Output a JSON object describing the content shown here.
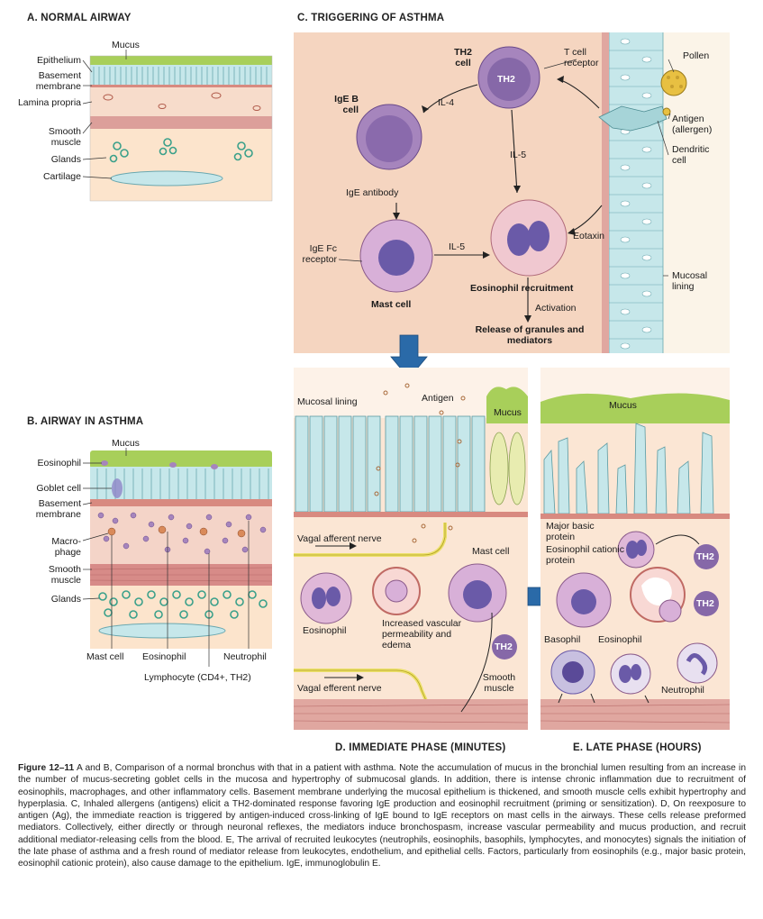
{
  "panels": {
    "A": {
      "title": "A. NORMAL AIRWAY",
      "labels": [
        "Mucus",
        "Epithelium",
        "Basement membrane",
        "Lamina propria",
        "Smooth muscle",
        "Glands",
        "Cartilage"
      ]
    },
    "B": {
      "title": "B. AIRWAY IN ASTHMA",
      "labels": [
        "Mucus",
        "Eosinophil",
        "Goblet cell",
        "Basement membrane",
        "Macro-phage",
        "Smooth muscle",
        "Glands",
        "Mast cell",
        "Eosinophil",
        "Neutrophil",
        "Lymphocyte (CD4+, TH2)"
      ]
    },
    "C": {
      "title": "C. TRIGGERING OF ASTHMA",
      "labels": {
        "th2_cell": "TH2 cell",
        "th2_inner": "TH2",
        "t_cell_receptor": "T cell receptor",
        "pollen": "Pollen",
        "antigen": "Antigen (allergen)",
        "dendritic": "Dendritic cell",
        "il4": "IL-4",
        "il5_top": "IL-5",
        "ige_b_cell": "IgE B cell",
        "ige_antibody": "IgE antibody",
        "ige_fc": "IgE Fc receptor",
        "il5_mid": "IL-5",
        "mast_cell": "Mast cell",
        "eotaxin": "Eotaxin",
        "eos_recruit": "Eosinophil recruitment",
        "activation": "Activation",
        "release": "Release of granules and mediators",
        "mucosal_lining": "Mucosal lining"
      }
    },
    "D": {
      "title": "D. IMMEDIATE PHASE (MINUTES)",
      "labels": {
        "mucosal_lining": "Mucosal lining",
        "antigen": "Antigen",
        "mucus": "Mucus",
        "vagal_afferent": "Vagal afferent nerve",
        "mast_cell": "Mast cell",
        "eosinophil": "Eosinophil",
        "vascular": "Increased vascular permeability and edema",
        "th2": "TH2",
        "vagal_efferent": "Vagal efferent nerve",
        "smooth_muscle": "Smooth muscle"
      }
    },
    "E": {
      "title": "E. LATE PHASE (HOURS)",
      "labels": {
        "mucus": "Mucus",
        "mbp": "Major basic protein",
        "ecp": "Eosinophil cationic protein",
        "th2a": "TH2",
        "th2b": "TH2",
        "basophil": "Basophil",
        "eosinophil": "Eosinophil",
        "neutrophil": "Neutrophil"
      }
    }
  },
  "caption": {
    "figure": "Figure 12–11",
    "text": "A and B, Comparison of a normal bronchus with that in a patient with asthma. Note the accumulation of mucus in the bronchial lumen resulting from an increase in the number of mucus-secreting goblet cells in the mucosa and hypertrophy of submucosal glands. In addition, there is intense chronic inflammation due to recruitment of eosinophils, macrophages, and other inflammatory cells. Basement membrane underlying the mucosal epithelium is thickened, and smooth muscle cells exhibit hypertrophy and hyperplasia. C, Inhaled allergens (antigens) elicit a TH2-dominated response favoring IgE production and eosinophil recruitment (priming or sensitization). D, On reexposure to antigen (Ag), the immediate reaction is triggered by antigen-induced cross-linking of IgE bound to IgE receptors on mast cells in the airways. These cells release preformed mediators. Collectively, either directly or through neuronal reflexes, the mediators induce bronchospasm, increase vascular permeability and mucus production, and recruit additional mediator-releasing cells from the blood. E, The arrival of recruited leukocytes (neutrophils, eosinophils, basophils, lymphocytes, and monocytes) signals the initiation of the late phase of asthma and a fresh round of mediator release from leukocytes, endothelium, and epithelial cells. Factors, particularly from eosinophils (e.g., major basic protein, eosinophil cationic protein), also cause damage to the epithelium. IgE, immunoglobulin E."
  },
  "colors": {
    "c_bg": "#f5d5c0",
    "tissue": "#fbe6d4",
    "muscle": "#e0a7a0",
    "mucus": "#a8cf5a",
    "epithelium": "#c6e7ea",
    "cell_purple": "#a685bd"
  }
}
